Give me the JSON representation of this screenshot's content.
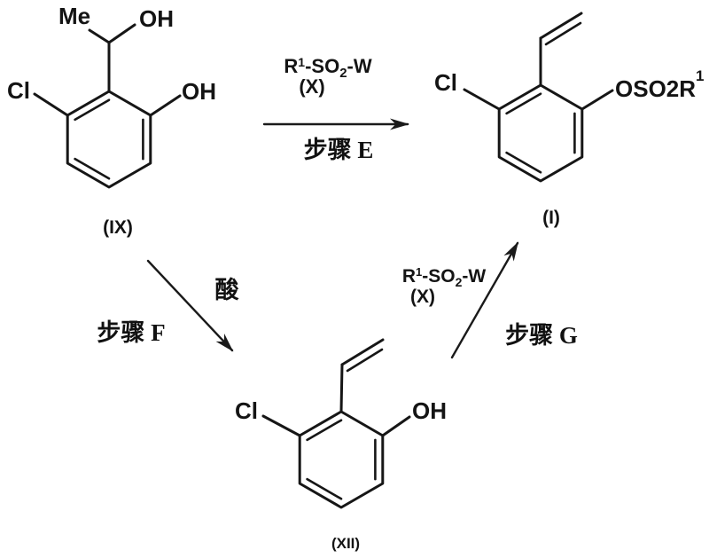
{
  "page": {
    "background_color": "#ffffff",
    "ink_color": "#161616",
    "description_type": "chemical-reaction-scheme"
  },
  "compounds": {
    "ix": {
      "label": "(IX)",
      "methyl": "Me",
      "hydroxyl_side": "OH",
      "chloro": "Cl",
      "hydroxyl_ring": "OH"
    },
    "i": {
      "label": "(I)",
      "chloro": "Cl",
      "sulfonate": "OSO2R",
      "sulfonate_sup": "1"
    },
    "xii": {
      "label": "(XII)",
      "chloro": "Cl",
      "hydroxyl": "OH"
    }
  },
  "steps": {
    "e": {
      "reagent_r": "R",
      "reagent_r_sup": "1",
      "reagent_so": "-SO",
      "reagent_so_sub": "2",
      "reagent_w": "-W",
      "code": "(X)",
      "label": "步骤 E"
    },
    "f": {
      "reagent": "酸",
      "label": "步骤 F"
    },
    "g": {
      "reagent_r": "R",
      "reagent_r_sup": "1",
      "reagent_so": "-SO",
      "reagent_so_sub": "2",
      "reagent_w": "-W",
      "code": "(X)",
      "label": "步骤 G"
    }
  }
}
